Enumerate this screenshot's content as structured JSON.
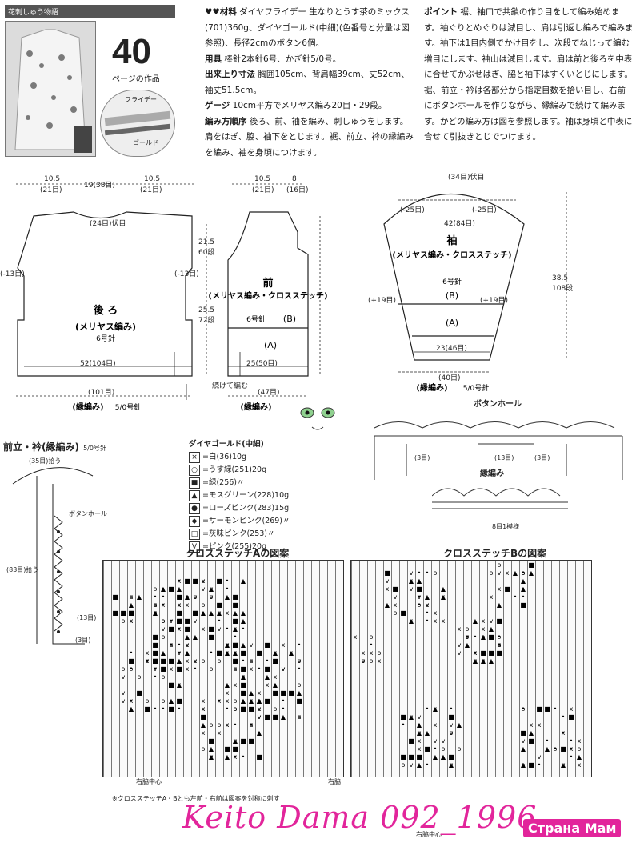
{
  "header": {
    "tag": "花刺しゅう物語",
    "number": "40",
    "caption": "ページの作品",
    "yarn_label_top": "フライデー",
    "yarn_label_bottom": "ゴールド"
  },
  "materials": {
    "heading": "♥♥材料",
    "text": "ダイヤフライデー 生なりとうす茶のミックス(701)360g、ダイヤゴールド(中細)(色番号と分量は図参照)、長径2cmのボタン6個。",
    "tools_label": "用具",
    "tools_text": "棒針2本針6号、かぎ針5/0号。",
    "size_label": "出来上り寸法",
    "size_text": "胸囲105cm、背肩幅39cm、丈52cm、袖丈51.5cm。",
    "gauge_label": "ゲージ",
    "gauge_text": "10cm平方でメリヤス編み20目・29段。",
    "method_label": "編み方順序",
    "method_text": "後ろ、前、袖を編み、刺しゅうをします。肩をはぎ、脇、袖下をとじます。裾、前立、衿の縁編みを編み、袖を身頃につけます。"
  },
  "points": {
    "heading": "ポイント",
    "text": "裾、袖口で共鎖の作り目をして編み始めます。袖ぐりとめぐりは減目し、肩は引返し編みで編みます。袖下は1目内側でかけ目をし、次段でねじって編む増目にします。袖山は減目します。肩は前と後ろを中表に合せてかぶせはぎ、脇と袖下はすくいとじにします。裾、前立・衿は各部分から指定目数を拾い目し、右前にボタンホールを作りながら、縁編みで続けて編みます。かどの編み方は図を参照します。袖は身頃と中表に合せて引抜きとじでつけます。"
  },
  "diagrams": {
    "back": {
      "title": "後 ろ",
      "subtitle": "(メリヤス編み)",
      "needle": "6号針"
    },
    "front": {
      "title": "前",
      "subtitle": "(メリヤス編み・クロスステッチ)",
      "needle": "6号針",
      "b_mark": "(B)",
      "a_mark": "(A)"
    },
    "sleeve": {
      "title": "袖",
      "subtitle": "(メリヤス編み・クロスステッチ)",
      "needle": "6号針",
      "b_mark": "(B)",
      "a_mark": "(A)"
    },
    "border_label": "(縁編み)",
    "border_hook": "5/0号針",
    "join_label": "続けて編む",
    "dims": {
      "back_w1": "10.5",
      "back_w1s": "(21目)",
      "back_w2": "19(38目)",
      "back_w3": "10.5",
      "back_w3s": "(21目)",
      "back_bottom": "52(104目)",
      "back_hem": "(101目)",
      "front_w1": "10.5",
      "front_w1s": "(21目)",
      "front_w2": "8",
      "front_w2s": "(16目)",
      "front_bottom": "25(50目)",
      "front_hem": "(47目)",
      "sleeve_top": "(34目)伏目",
      "sleeve_mid": "42(84目)",
      "sleeve_bottom": "23(46目)",
      "sleeve_hem": "(40目)",
      "neck": "(24目)伏目",
      "side": "21.5",
      "length": "25.5",
      "rows1": "60段",
      "rows2": "72段",
      "inc_left": "(+19目)",
      "inc_right": "(+19目)",
      "dec_left": "(-25目)",
      "dec_right": "(-25目)",
      "sleeve_h": "38.5",
      "sleeve_rows": "108段",
      "m13": "(-13目)",
      "m13b": "(-13目)"
    },
    "buttonhole_title": "ボタンホール",
    "edging_title": "縁編み",
    "edging_repeat": "8目1模様",
    "buttonhole_counts": [
      "(3目)",
      "(13目)",
      "(3目)"
    ]
  },
  "collar": {
    "title": "前立・衿(縁編み)",
    "hook": "5/0号針",
    "pickup_top": "(35目)拾う",
    "pickup_side": "(83目)拾う",
    "m13": "(13目)",
    "m3": "(3目)",
    "buttonhole": "ボタンホール"
  },
  "legend": {
    "title": "ダイヤゴールド(中細)",
    "items": [
      {
        "symbol": "×",
        "text": "=白(36)10g"
      },
      {
        "symbol": "○",
        "text": "=うす緑(251)20g"
      },
      {
        "symbol": "■",
        "text": "=緑(256)〃"
      },
      {
        "symbol": "▲",
        "text": "=モスグリーン(228)10g"
      },
      {
        "symbol": "●",
        "text": "=ローズピンク(283)15g"
      },
      {
        "symbol": "◆",
        "text": "=サーモンピンク(269)〃"
      },
      {
        "symbol": "□",
        "text": "=灰味ピンク(253)〃"
      },
      {
        "symbol": "V",
        "text": "=ピンク(255)20g"
      }
    ]
  },
  "charts": {
    "a_title": "クロスステッチAの図案",
    "b_title": "クロスステッチBの図案",
    "left_center": "右脇中心",
    "left_label": "右脇",
    "right_center": "右脇中心",
    "note": "※クロスステッチA・Bとも左前・右前は図案を対称に刺す"
  },
  "footer": {
    "watermark": "Keito Dama 092_1996",
    "brand": "Страна Мам"
  }
}
